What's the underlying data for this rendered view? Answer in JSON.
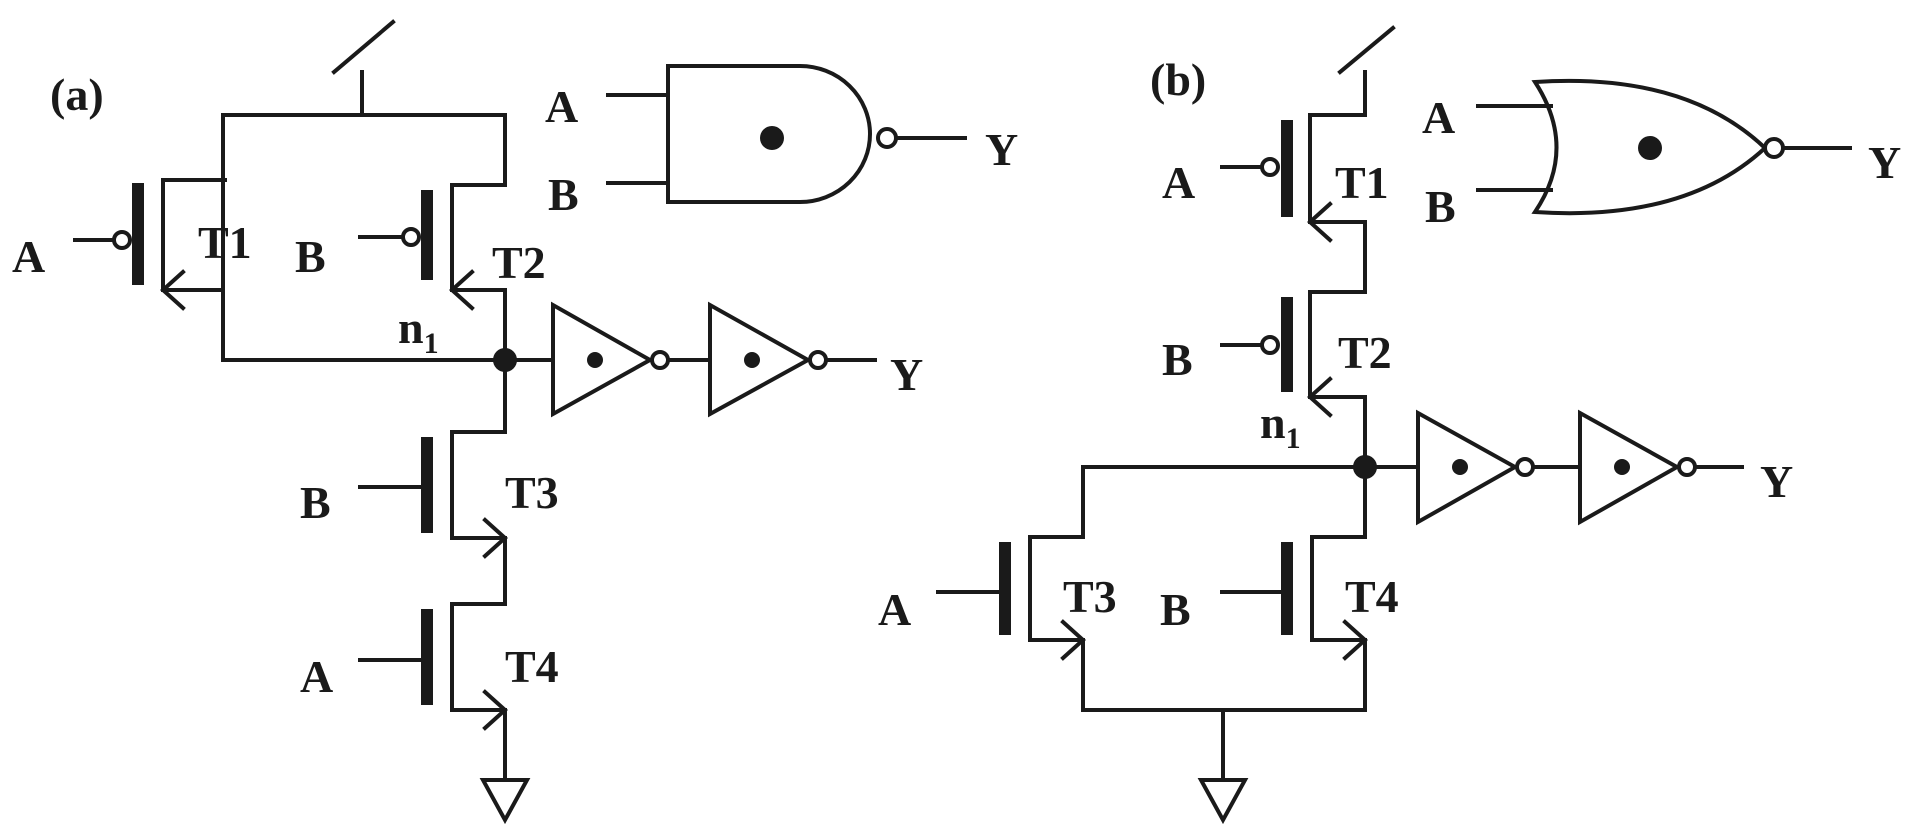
{
  "panel_a": {
    "label": "(a)",
    "gate_inputs": [
      "A",
      "B"
    ],
    "gate_output": "Y",
    "inputs": {
      "t1": "A",
      "t2": "B",
      "t3": "B",
      "t4": "A"
    },
    "transistors": {
      "t1": "T1",
      "t2": "T2",
      "t3": "T3",
      "t4": "T4"
    },
    "node": {
      "name": "n",
      "sub": "1"
    },
    "output": "Y"
  },
  "panel_b": {
    "label": "(b)",
    "gate_inputs": [
      "A",
      "B"
    ],
    "gate_output": "Y",
    "inputs": {
      "t1": "A",
      "t2": "B",
      "t3": "A",
      "t4": "B"
    },
    "transistors": {
      "t1": "T1",
      "t2": "T2",
      "t3": "T3",
      "t4": "T4"
    },
    "node": {
      "name": "n",
      "sub": "1"
    },
    "output": "Y"
  }
}
